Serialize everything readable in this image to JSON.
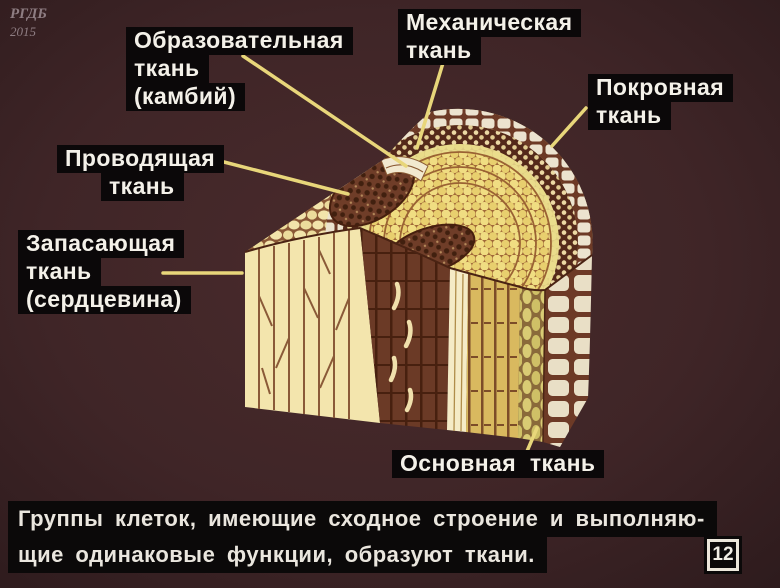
{
  "watermark": {
    "org": "РГДБ",
    "year": "2015"
  },
  "labels": {
    "meristem": {
      "line1": "Образовательная",
      "line2": "ткань",
      "line3": "(камбий)"
    },
    "mechanical": {
      "line1": "Механическая",
      "line2": "ткань"
    },
    "epidermis": {
      "line1": "Покровная",
      "line2": "ткань"
    },
    "vascular": {
      "line1": "Проводящая",
      "line2": "ткань"
    },
    "storage": {
      "line1": "Запасающая",
      "line2": "ткань",
      "line3": "(сердцевина)"
    },
    "ground": {
      "label": "Основная ткань"
    }
  },
  "caption": {
    "line1": "Группы клеток, имеющие сходное строение и выполняю-",
    "line2": "щие одинаковые функции, образуют ткани."
  },
  "page_number": "12",
  "colors": {
    "background": "#3f2527",
    "label_background": "#0b0809",
    "label_text": "#f4f1e9",
    "leader_line": "#e8d67a",
    "cell_cream": "#f3e5ad",
    "cell_gold": "#d9b95f",
    "tissue_brown": "#6b3a26",
    "epidermis_white": "#ece3cf"
  }
}
